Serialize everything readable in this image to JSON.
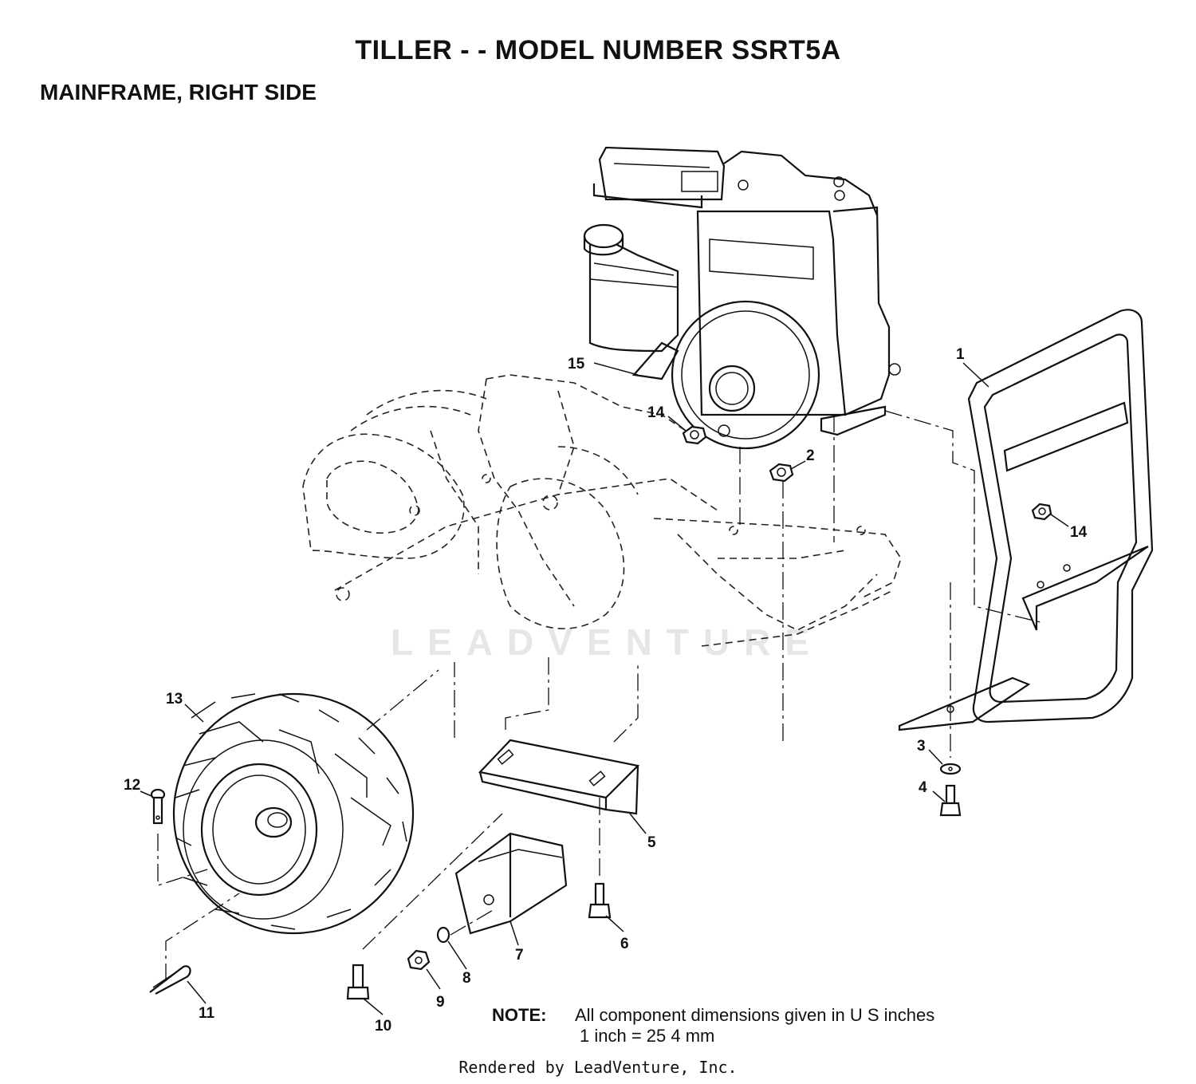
{
  "header": {
    "title": "TILLER - - MODEL NUMBER SSRT5A",
    "section": "MAINFRAME, RIGHT SIDE"
  },
  "watermark": "LEADVENTURE",
  "callouts": [
    {
      "id": "c1",
      "label": "1"
    },
    {
      "id": "c2",
      "label": "2"
    },
    {
      "id": "c3",
      "label": "3"
    },
    {
      "id": "c4",
      "label": "4"
    },
    {
      "id": "c5",
      "label": "5"
    },
    {
      "id": "c6",
      "label": "6"
    },
    {
      "id": "c7",
      "label": "7"
    },
    {
      "id": "c8",
      "label": "8"
    },
    {
      "id": "c9",
      "label": "9"
    },
    {
      "id": "c10",
      "label": "10"
    },
    {
      "id": "c11",
      "label": "11"
    },
    {
      "id": "c12",
      "label": "12"
    },
    {
      "id": "c13",
      "label": "13"
    },
    {
      "id": "c14a",
      "label": "14"
    },
    {
      "id": "c14b",
      "label": "14"
    },
    {
      "id": "c15",
      "label": "15"
    }
  ],
  "note": {
    "label": "NOTE:",
    "line1": "All component dimensions given in U S inches",
    "line2": "1 inch = 25 4 mm"
  },
  "footer": "Rendered by LeadVenture, Inc."
}
